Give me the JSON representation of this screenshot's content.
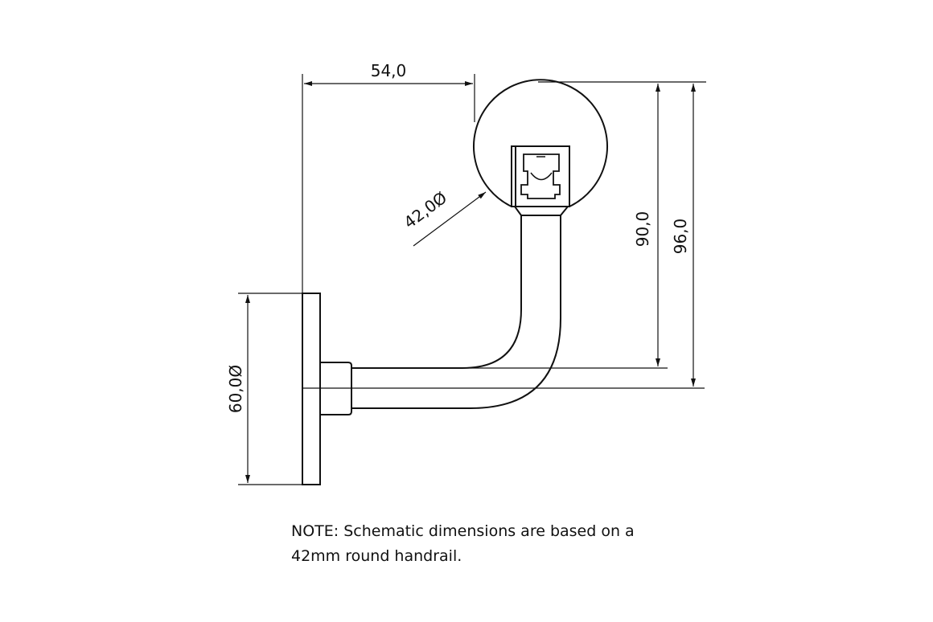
{
  "dimensions": {
    "width_offset": "54,0",
    "rail_diameter": "42,0Ø",
    "height_to_centre": "90,0",
    "height_overall": "96,0",
    "plate_diameter": "60,0Ø"
  },
  "note": {
    "line1": "NOTE: Schematic dimensions are based on a",
    "line2": "42mm round handrail."
  }
}
